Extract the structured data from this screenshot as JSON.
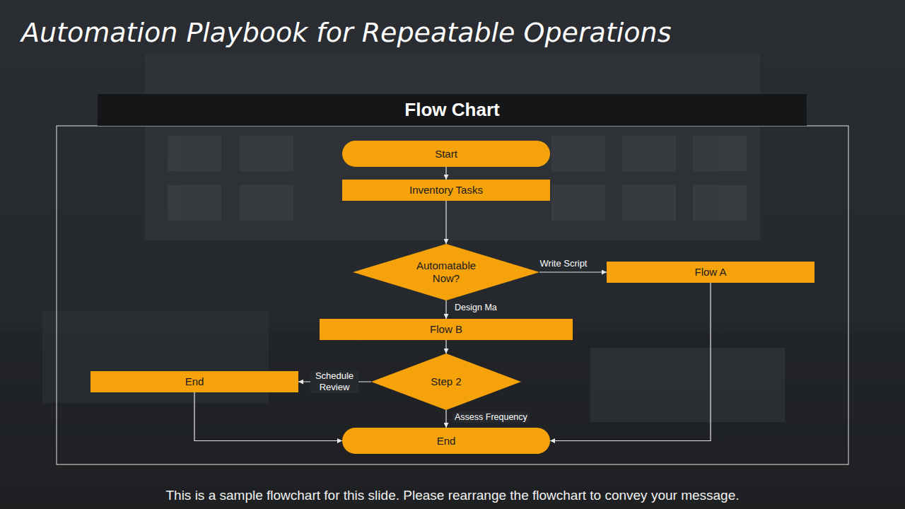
{
  "diagram": {
    "title": "Automation Playbook for Repeatable Operations",
    "caption": "This is a sample flowchart for this slide. Please rearrange the flowchart to convey your message.",
    "nodes": [
      {
        "text": [
          "Flow Chart"
        ]
      },
      {
        "text": [
          "Start"
        ]
      },
      {
        "text": [
          "Inventory Tasks"
        ]
      },
      {
        "text": [
          "Automatable Now?"
        ]
      },
      {
        "text": [
          "Flow A"
        ]
      },
      {
        "text": [
          "Flow B"
        ]
      },
      {
        "text": [
          "Step 2"
        ]
      },
      {
        "text": [
          "End"
        ]
      },
      {
        "text": [
          "End"
        ]
      }
    ],
    "edges": [
      {
        "from": 1,
        "to": 2,
        "arrow": "to"
      },
      {
        "from": 2,
        "to": 3,
        "arrow": "to"
      },
      {
        "from": 3,
        "to": 4,
        "label": "Write Script",
        "arrow": "to"
      },
      {
        "from": 3,
        "to": 5,
        "label": "Design Ma",
        "arrow": "to"
      },
      {
        "from": 5,
        "to": 6,
        "arrow": "to"
      },
      {
        "from": 6,
        "to": 7,
        "label": "Schedule Review",
        "arrow": "to"
      },
      {
        "from": 6,
        "to": 8,
        "label": "Assess Frequency",
        "arrow": "to"
      },
      {
        "from": 7,
        "to": 8,
        "arrow": "to"
      },
      {
        "from": 4,
        "to": 8,
        "arrow": "to"
      }
    ]
  }
}
